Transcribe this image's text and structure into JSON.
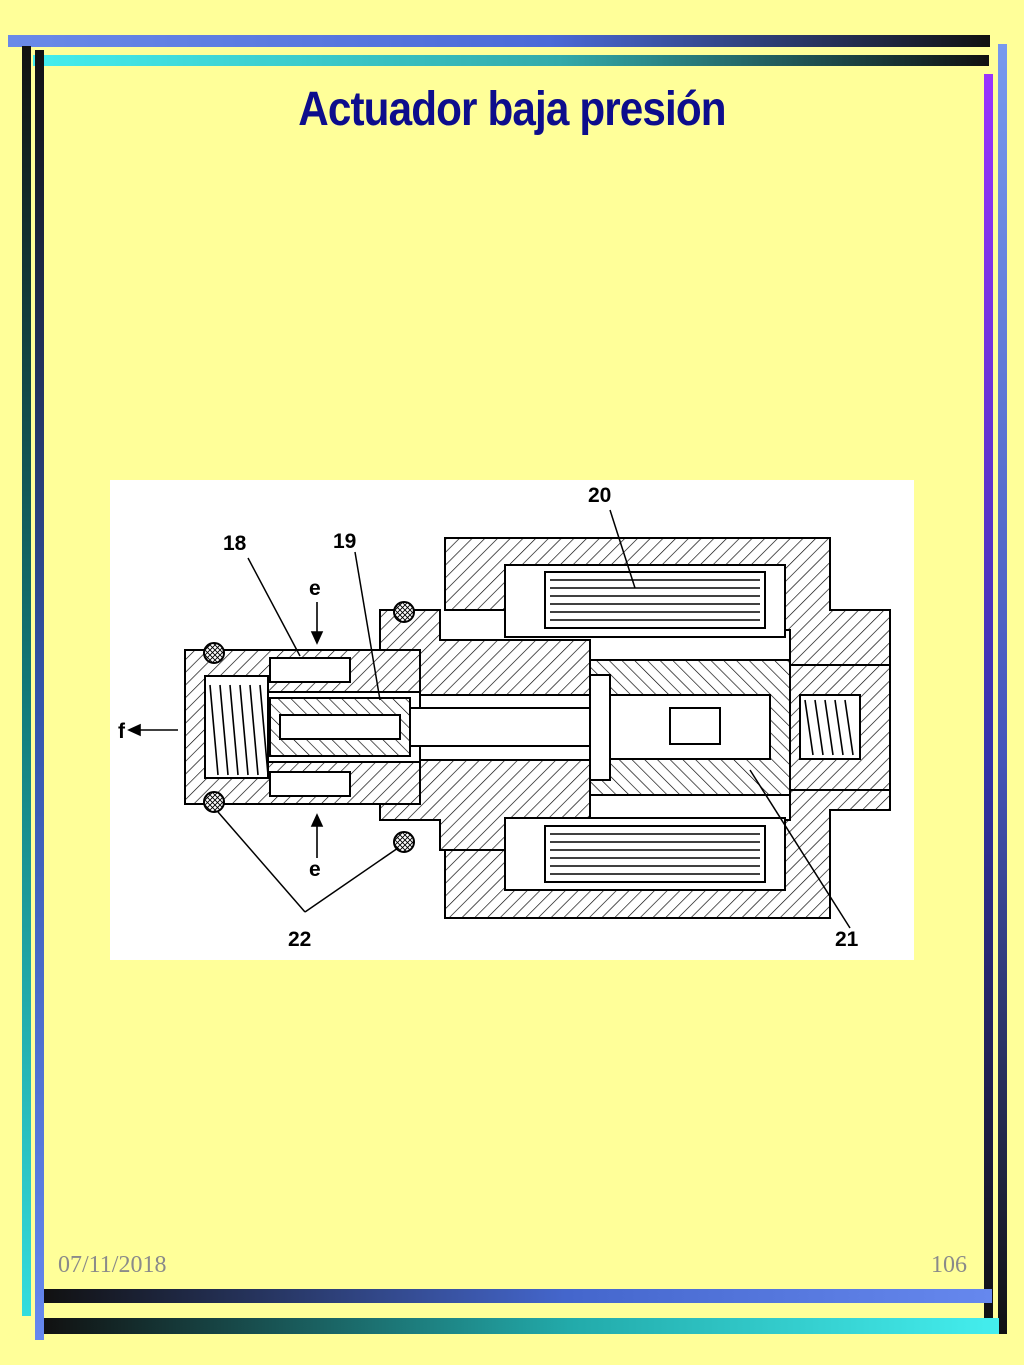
{
  "slide": {
    "title": "Actuador baja presión",
    "date": "07/11/2018",
    "page_number": "106"
  },
  "diagram": {
    "labels": {
      "l18": "18",
      "l19": "19",
      "l20": "20",
      "l21": "21",
      "l22": "22",
      "e_top": "e",
      "e_bottom": "e",
      "f": "f"
    }
  },
  "colors": {
    "background": "#ffff99",
    "title": "#0d0d8c",
    "frame_dark": "#111122",
    "frame_cyan": "#33dddd",
    "frame_blue": "#5577dd",
    "frame_purple": "#8833ee"
  }
}
